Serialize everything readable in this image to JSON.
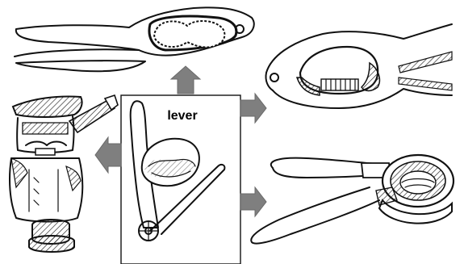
{
  "center": {
    "label": "lever"
  },
  "colors": {
    "arrow": "#7f7f7f",
    "ink": "#111111",
    "background": "#ffffff"
  },
  "icons": {
    "top_left": "nutcracker-pliers-closed",
    "top_right": "nutcracker-pliers-closeup",
    "left": "wooden-soldier-nutcracker",
    "bottom_right": "bowl-nutcracker",
    "center": "lever-diagram"
  }
}
